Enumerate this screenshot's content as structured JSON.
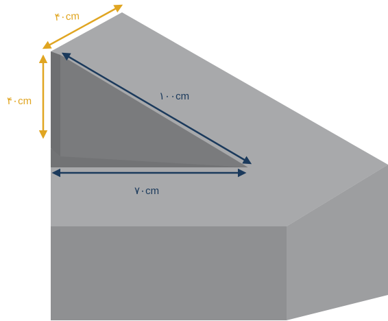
{
  "figure": {
    "labels": {
      "top_width": "۴۰cm",
      "left_height": "۴۰cm",
      "diagonal": "۱۰۰cm",
      "horizontal": "۷۰cm"
    },
    "colors": {
      "top_face": "#a8a9ab",
      "front_face": "#8f9092",
      "right_face": "#9d9ea0",
      "inner_slope": "#6e6f71",
      "gold_arrow": "#e0a521",
      "navy_arrow": "#1b3a5c"
    }
  }
}
